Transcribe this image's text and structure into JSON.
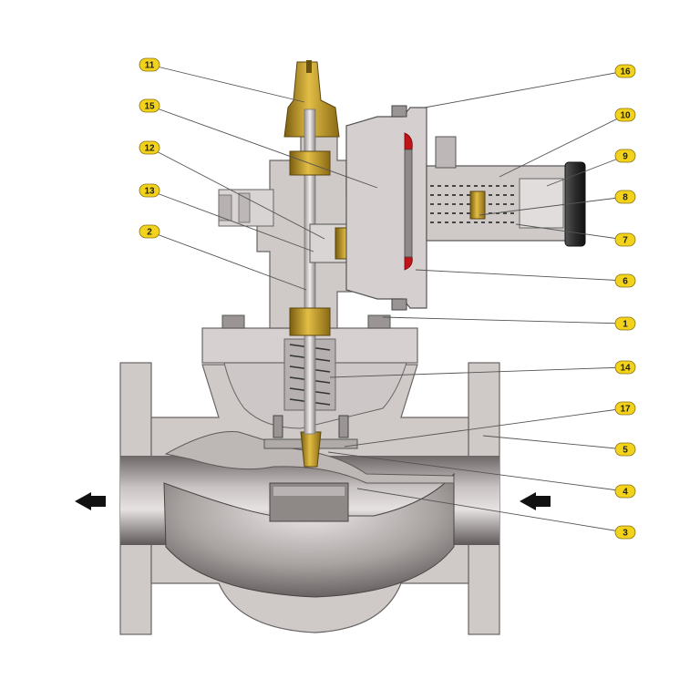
{
  "diagram": {
    "type": "cross-section",
    "callouts": [
      "1",
      "2",
      "3",
      "4",
      "5",
      "6",
      "7",
      "8",
      "9",
      "10",
      "11",
      "12",
      "13",
      "14",
      "15",
      "16",
      "17"
    ],
    "flow_arrows": [
      "outlet-arrow-left",
      "inlet-arrow-left"
    ],
    "colors": {
      "body": "#cfcac8",
      "body_dark": "#8c8584",
      "brass": "#c9a227",
      "red_seal": "#c0141a",
      "cap_black": "#2a2a2a",
      "callout_fill": "#f2d21b",
      "leader": "#555555"
    }
  }
}
